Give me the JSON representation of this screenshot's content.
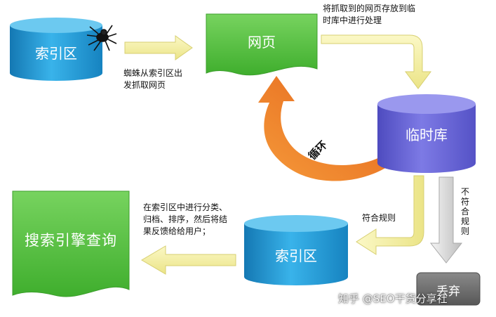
{
  "nodes": {
    "index_top": "索引区",
    "webpage": "网页",
    "temp_db": "临时库",
    "index_bottom": "索引区",
    "search_query": "搜索引擎查询",
    "drop": "丢弃"
  },
  "notes": {
    "crawl_line1": "蜘蛛从索引区出",
    "crawl_line2": "发抓取网页",
    "store_line1": "将抓取到的网页存放到临",
    "store_line2": "时库中进行处理",
    "loop": "循环",
    "conform": "符合规则",
    "not_conform": "不符合规则",
    "process_line1": "在索引区中进行分类、",
    "process_line2": "归档、排序，然后将结",
    "process_line3": "果反馈给给用户；"
  },
  "watermark": "知乎 @SEO干货分享社",
  "colors": {
    "cylinder_blue": "#1f9fd9",
    "page_green": "#52c13e",
    "temp_purple": "#6a67d6",
    "arrow_yellow": "#f5f0a4",
    "loop_orange": "#ef7d1f",
    "drop_gray": "#6d6d6d"
  },
  "icons": [
    "spider-icon"
  ]
}
